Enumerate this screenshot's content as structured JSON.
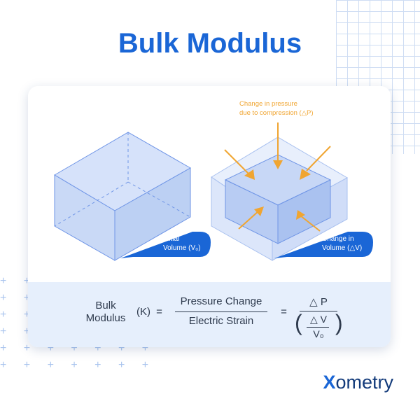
{
  "title": "Bulk Modulus",
  "diagram": {
    "initial_label_line1": "Initial",
    "initial_label_line2": "Volume (V₀)",
    "change_label_line1": "Change in",
    "change_label_line2": "Volume (△V)",
    "pressure_label_line1": "Change in pressure",
    "pressure_label_line2": "due to compression (△P)"
  },
  "formula": {
    "term_line1": "Bulk",
    "term_line2": "Modulus",
    "symbol": "(K)",
    "equals": "=",
    "numerator": "Pressure Change",
    "denominator": "Electric Strain",
    "equals2": "=",
    "delta_p": "△ P",
    "delta_v": "△ V",
    "v0": "V₀"
  },
  "brand": {
    "logo_x": "X",
    "logo_rest": "ometry"
  },
  "colors": {
    "accent": "#1a66d6",
    "arrow": "#f0a531",
    "box_fill": "#cfdcf7",
    "box_stroke": "#6f95e6"
  }
}
